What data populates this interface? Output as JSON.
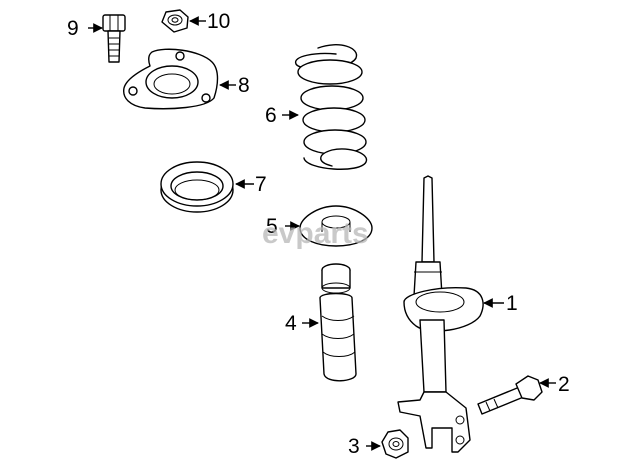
{
  "callouts": {
    "p1": "1",
    "p2": "2",
    "p3": "3",
    "p4": "4",
    "p5": "5",
    "p6": "6",
    "p7": "7",
    "p8": "8",
    "p9": "9",
    "p10": "10"
  },
  "watermark": "evparts",
  "colors": {
    "line": "#000000",
    "background": "#ffffff",
    "watermark": "#b8b8b8"
  }
}
